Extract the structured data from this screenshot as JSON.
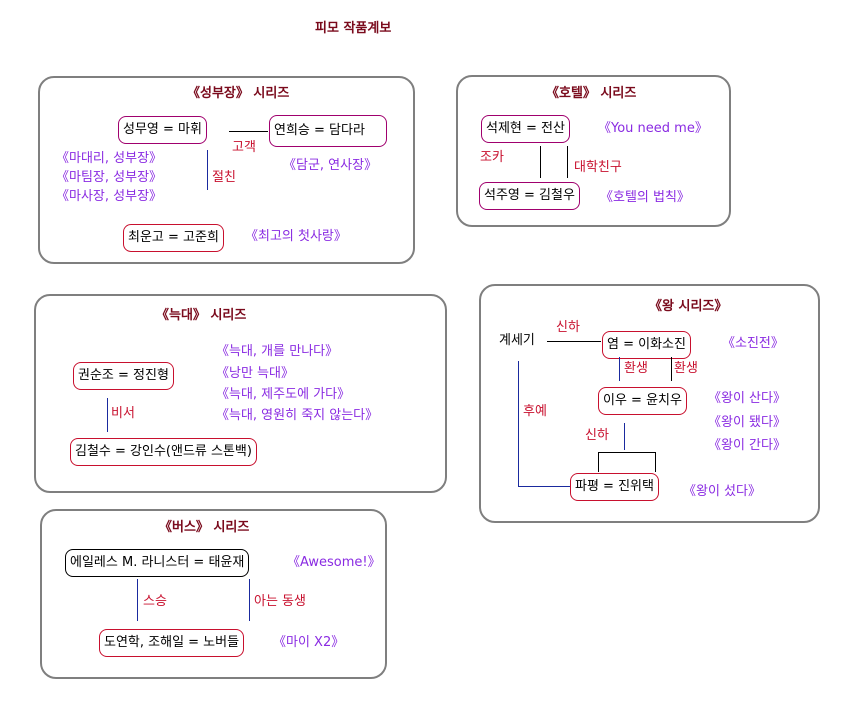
{
  "page_title": "피모 작품계보",
  "sungbujang": {
    "title": "《성부장》 시리즈",
    "node_main": "성무영 = 마휘",
    "node_partner": "연희승 = 담다라",
    "rel_client": "고객",
    "rel_friend": "절친",
    "works_main": [
      "《마대리, 성부장》",
      "《마팀장, 성부장》",
      "《마사장, 성부장》"
    ],
    "works_partner": "《담군, 연사장》",
    "node_choi": "최운고 = 고준희",
    "works_choi": "《최고의 첫사랑》"
  },
  "hotel": {
    "title": "《호텔》 시리즈",
    "node_top": "석제현 = 전산",
    "works_top": "《You need me》",
    "rel_nephew": "조카",
    "rel_college": "대학친구",
    "node_bottom": "석주영 = 김철우",
    "works_bottom": "《호텔의 법칙》"
  },
  "wolf": {
    "title": "《늑대》 시리즈",
    "node_top": "권순조 = 정진형",
    "works": [
      "《늑대, 개를 만나다》",
      "《낭만 늑대》",
      "《늑대, 제주도에 가다》",
      "《늑대, 영원히 죽지 않는다》"
    ],
    "rel_secretary": "비서",
    "node_bottom": "김철수 = 강인수(앤드류 스톤백)"
  },
  "king": {
    "title": "《왕 시리즈》",
    "gyesegi": "계세기",
    "rel_vassal_top": "신하",
    "node_yeom": "염 = 이화소진",
    "works_yeom": "《소진전》",
    "rel_reincarnation_1": "환생",
    "rel_reincarnation_2": "환생",
    "rel_descendant": "후예",
    "node_iu": "이우 = 윤치우",
    "works_iu": [
      "《왕이 산다》",
      "《왕이 됐다》",
      "《왕이 간다》"
    ],
    "rel_vassal_mid": "신하",
    "node_papyeong": "파평 = 진위택",
    "works_papyeong": "《왕이 섰다》"
  },
  "bus": {
    "title": "《버스》 시리즈",
    "node_top": "에일레스 M. 라니스터 = 태윤재",
    "works_top": "《Awesome!》",
    "rel_teacher": "스승",
    "rel_junior": "아는 동생",
    "node_bottom": "도연학, 조해일 = 노버들",
    "works_bottom": "《마이 X2》"
  },
  "colors": {
    "title": "#7a0a1c",
    "node_border": "#c8102e",
    "work_text": "#8a2be2",
    "relation_text": "#c8102e",
    "connector": "#1a2a9e",
    "panel_border": "#7f7f7f"
  }
}
